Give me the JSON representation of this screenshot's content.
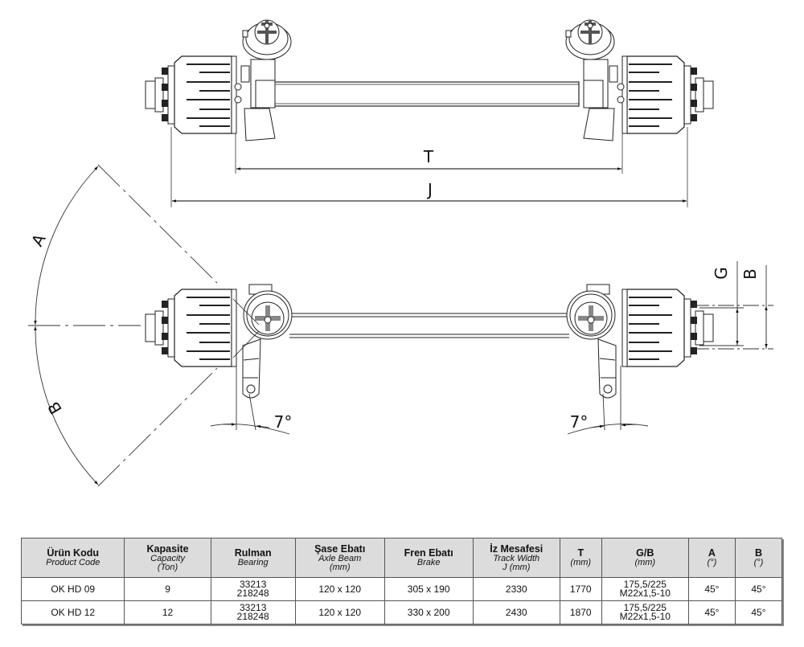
{
  "drawing": {
    "labels": {
      "track": "T",
      "overall": "J",
      "angle_a": "A",
      "angle_b": "B",
      "g": "G",
      "b": "B",
      "cam_left": "7°",
      "cam_right": "7°"
    },
    "line_color": "#222222"
  },
  "table": {
    "header_bg": "#dcdcdc",
    "columns": [
      {
        "tr": "Ürün Kodu",
        "en": [
          "Product Code"
        ]
      },
      {
        "tr": "Kapasite",
        "en": [
          "Capacity",
          "(Ton)"
        ]
      },
      {
        "tr": "Rulman",
        "en": [
          "Bearing"
        ]
      },
      {
        "tr": "Şase Ebatı",
        "en": [
          "Axle Beam",
          "(mm)"
        ]
      },
      {
        "tr": "Fren Ebatı",
        "en": [
          "Brake"
        ]
      },
      {
        "tr": "İz Mesafesi",
        "en": [
          "Track Width",
          "J (mm)"
        ]
      },
      {
        "tr": "T",
        "en": [
          "(mm)"
        ]
      },
      {
        "tr": "G/B",
        "en": [
          "(mm)"
        ]
      },
      {
        "tr": "A",
        "en": [
          "(°)"
        ]
      },
      {
        "tr": "B",
        "en": [
          "(°)"
        ]
      }
    ],
    "rows": [
      {
        "code": "OK HD 09",
        "capacity": "9",
        "bearing": [
          "33213",
          "218248"
        ],
        "beam": "120 x 120",
        "brake": "305 x 190",
        "track": "2330",
        "t": "1770",
        "gb": [
          "175,5/225",
          "M22x1,5-10"
        ],
        "a": "45°",
        "b": "45°"
      },
      {
        "code": "OK HD 12",
        "capacity": "12",
        "bearing": [
          "33213",
          "218248"
        ],
        "beam": "120 x 120",
        "brake": "330 x 200",
        "track": "2430",
        "t": "1870",
        "gb": [
          "175,5/225",
          "M22x1,5-10"
        ],
        "a": "45°",
        "b": "45°"
      }
    ]
  }
}
